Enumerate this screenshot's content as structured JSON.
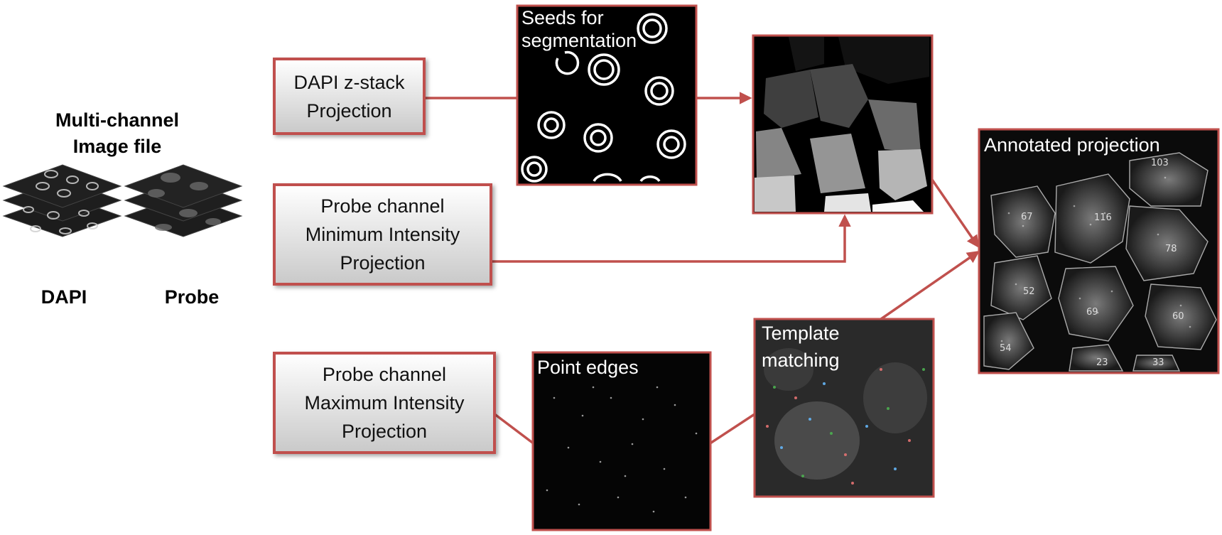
{
  "title": {
    "line1": "Multi-channel",
    "line2": "Image file"
  },
  "stack_labels": {
    "dapi": "DAPI",
    "probe": "Probe"
  },
  "boxes": {
    "dapi": {
      "l1": "DAPI z-stack",
      "l2": "Projection"
    },
    "min": {
      "l1": "Probe channel",
      "l2": "Minimum Intensity",
      "l3": "Projection"
    },
    "max": {
      "l1": "Probe channel",
      "l2": "Maximum Intensity",
      "l3": "Projection"
    }
  },
  "panels": {
    "seeds": {
      "l1": "Seeds for",
      "l2": "segmentation"
    },
    "template": {
      "l1": "Template",
      "l2": "matching"
    },
    "point": {
      "l1": "Point edges"
    },
    "annotated": {
      "l1": "Annotated projection",
      "cells": [
        {
          "label": "103"
        },
        {
          "label": "67"
        },
        {
          "label": "116"
        },
        {
          "label": "78"
        },
        {
          "label": "52"
        },
        {
          "label": "69"
        },
        {
          "label": "60"
        },
        {
          "label": "54"
        },
        {
          "label": "23"
        },
        {
          "label": "33"
        }
      ]
    }
  },
  "colors": {
    "connector": "#c0504d",
    "box_border": "#c0504d"
  }
}
